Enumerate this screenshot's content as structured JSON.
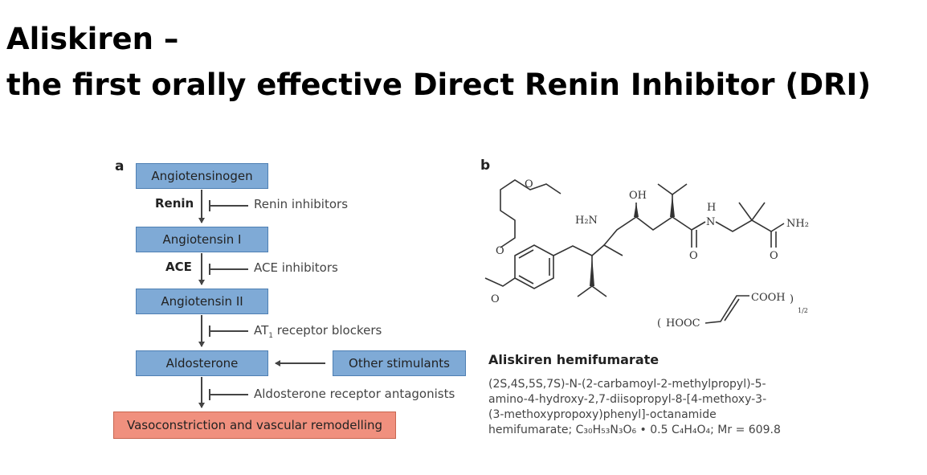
{
  "title": {
    "line1": "Aliskiren –",
    "line2": "the first orally effective Direct Renin Inhibitor (DRI)"
  },
  "panel_a": {
    "letter": "a",
    "boxes": {
      "angiotensinogen": "Angiotensinogen",
      "angiotensin1": "Angiotensin I",
      "angiotensin2": "Angiotensin II",
      "aldosterone": "Aldosterone",
      "other_stimulants": "Other stimulants",
      "outcome": "Vasoconstriction and vascular remodelling"
    },
    "enzymes": {
      "renin": "Renin",
      "ace": "ACE"
    },
    "inhibitors": {
      "renin_inhibitors": "Renin inhibitors",
      "ace_inhibitors": "ACE inhibitors",
      "at1_prefix": "AT",
      "at1_sub": "1",
      "at1_suffix": " receptor blockers",
      "aldosterone_antagonists": "Aldosterone receptor antagonists"
    },
    "colors": {
      "box_fill": "#7faad6",
      "outcome_fill": "#f0907e"
    }
  },
  "panel_b": {
    "letter": "b",
    "atom_labels": {
      "oh": "OH",
      "h2n": "H₂N",
      "nh": "H",
      "n": "N",
      "nh2": "NH₂",
      "o": "O",
      "hooc": "HOOC",
      "cooh": "COOH",
      "ratio": "1/2"
    },
    "compound_name": "Aliskiren hemifumarate",
    "iupac": [
      "(2S,4S,5S,7S)-N-(2-carbamoyl-2-methylpropyl)-5-",
      "amino-4-hydroxy-2,7-diisopropyl-8-[4-methoxy-3-",
      "(3-methoxypropoxy)phenyl]-octanamide",
      "hemifumarate; C₃₀H₅₃N₃O₆ • 0.5 C₄H₄O₄; Mr = 609.8"
    ]
  }
}
